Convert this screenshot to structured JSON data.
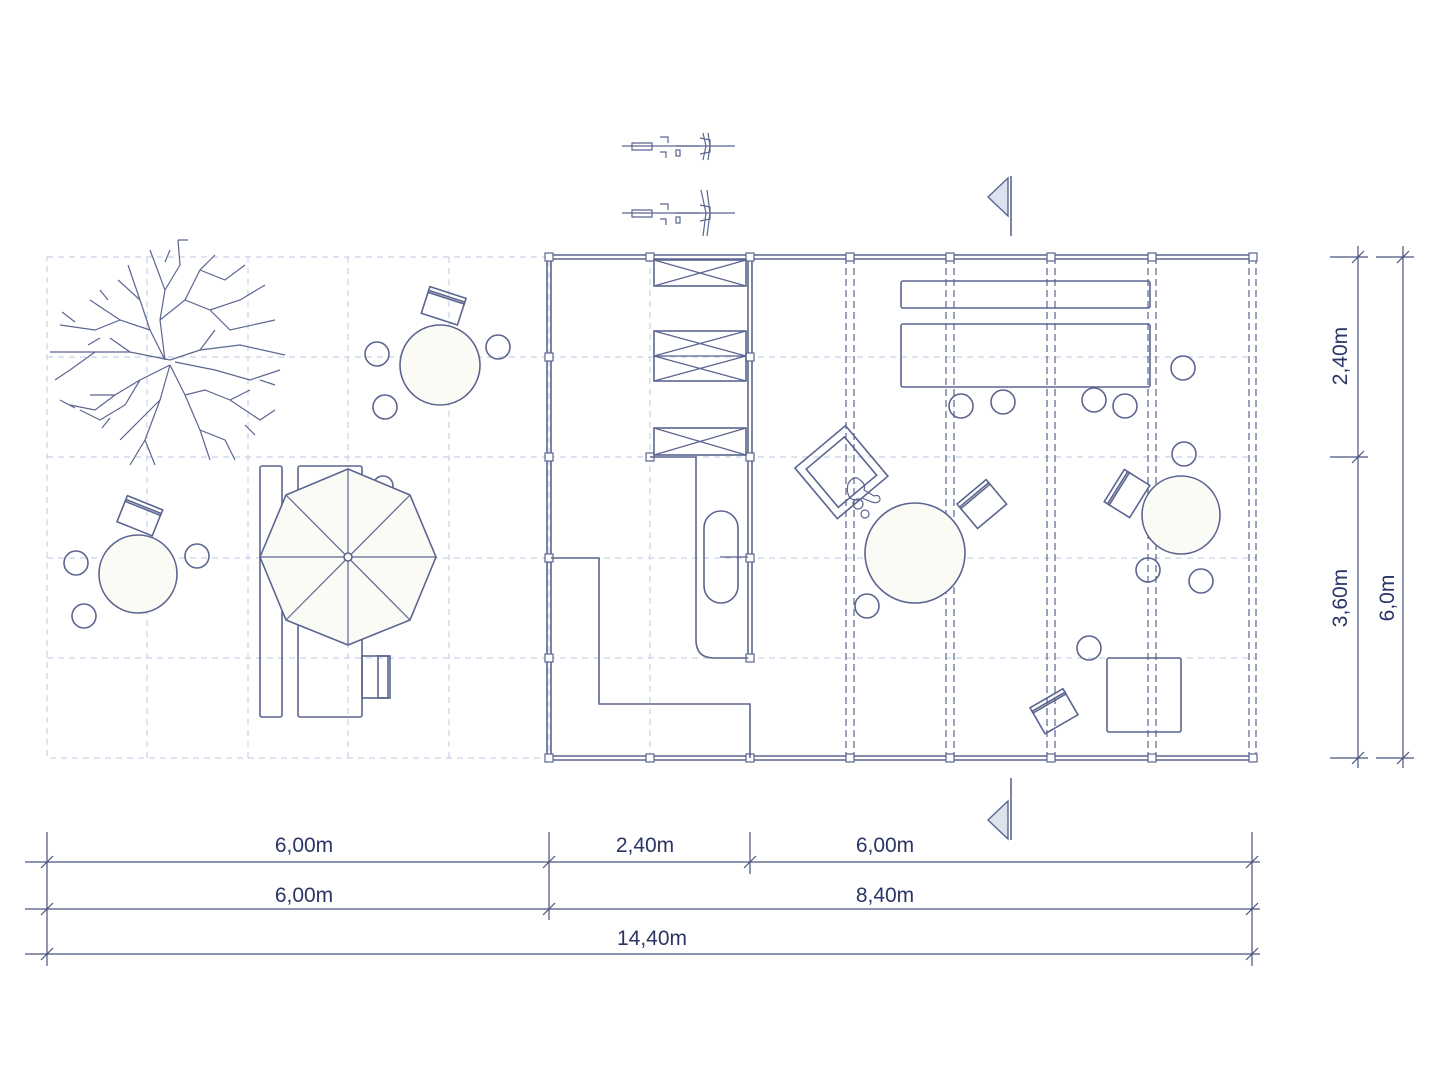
{
  "plan": {
    "dimensions_bottom": {
      "row1": [
        "6,00m",
        "2,40m",
        "6,00m"
      ],
      "row2": [
        "6,00m",
        "8,40m"
      ],
      "row3": [
        "14,40m"
      ]
    },
    "dimensions_right": {
      "inner": [
        "2,40m",
        "3,60m"
      ],
      "outer": [
        "6,0m"
      ]
    },
    "colors": {
      "line": "#5b6590",
      "grid": "#c9d2e8",
      "dimension_text": "#2b3566",
      "table_fill": "#fbfbf5"
    }
  }
}
